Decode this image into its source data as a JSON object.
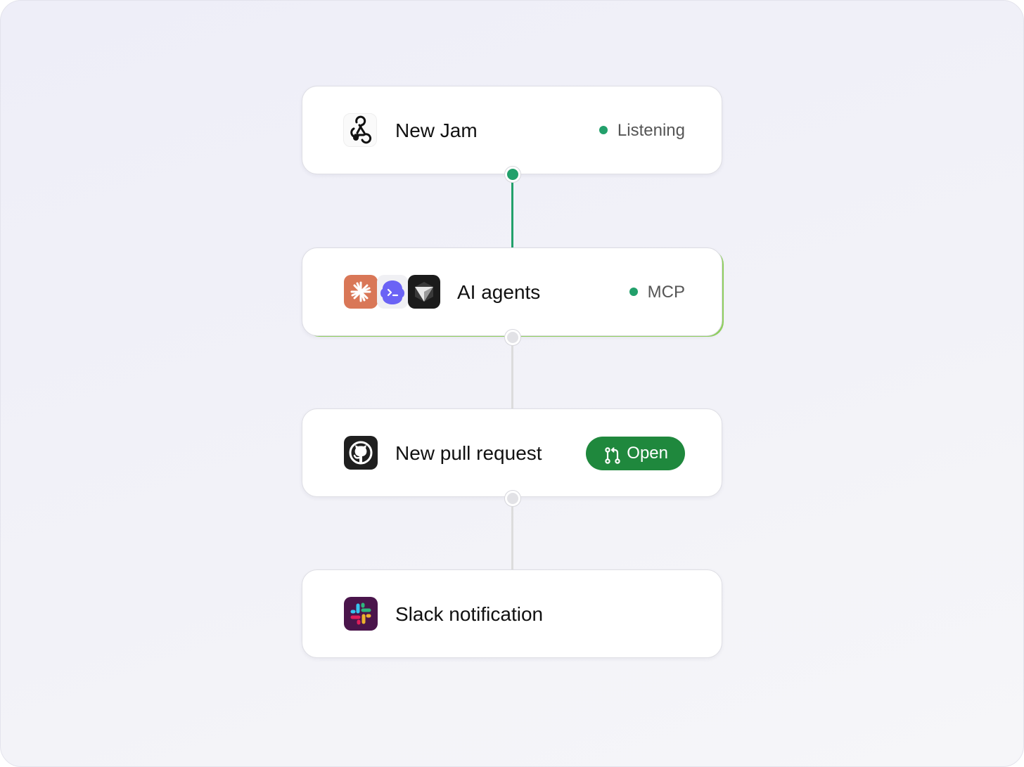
{
  "colors": {
    "accent_green": "#22a06b",
    "badge_green": "#1f883d",
    "connector_inactive": "#dcdcdc"
  },
  "workflow": {
    "steps": [
      {
        "title": "New Jam",
        "icon": "webhook-icon",
        "status_label": "Listening"
      },
      {
        "title": "AI agents",
        "icons": [
          "claude-icon",
          "terminal-agent-icon",
          "cursor-icon"
        ],
        "status_label": "MCP"
      },
      {
        "title": "New pull request",
        "icon": "github-icon",
        "badge_icon": "pull-request-icon",
        "badge_label": "Open"
      },
      {
        "title": "Slack notification",
        "icon": "slack-icon"
      }
    ]
  }
}
